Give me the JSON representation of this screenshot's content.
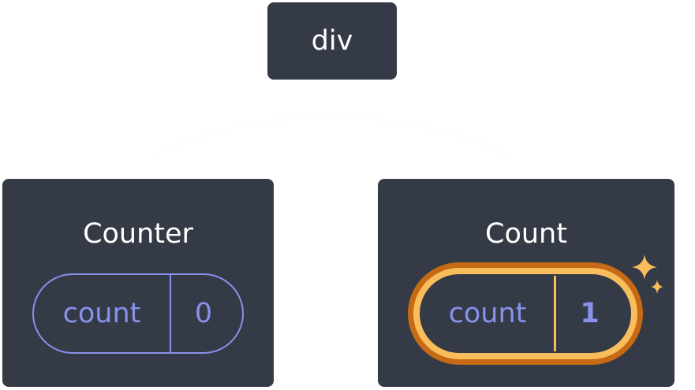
{
  "tree": {
    "root": {
      "label": "div"
    },
    "children": [
      {
        "title": "Counter",
        "state": {
          "key": "count",
          "value": "0"
        },
        "highlighted": false
      },
      {
        "title": "Count",
        "state": {
          "key": "count",
          "value": "1"
        },
        "highlighted": true
      }
    ]
  },
  "colors": {
    "node_bg": "#343a46",
    "node_text": "#ffffff",
    "state_text": "#8891ec",
    "highlight_fill": "#f9bd5c",
    "highlight_border": "#c76a15",
    "sparkle": "#f9bd5c"
  },
  "icons": {
    "sparkle": "sparkle-icon"
  }
}
